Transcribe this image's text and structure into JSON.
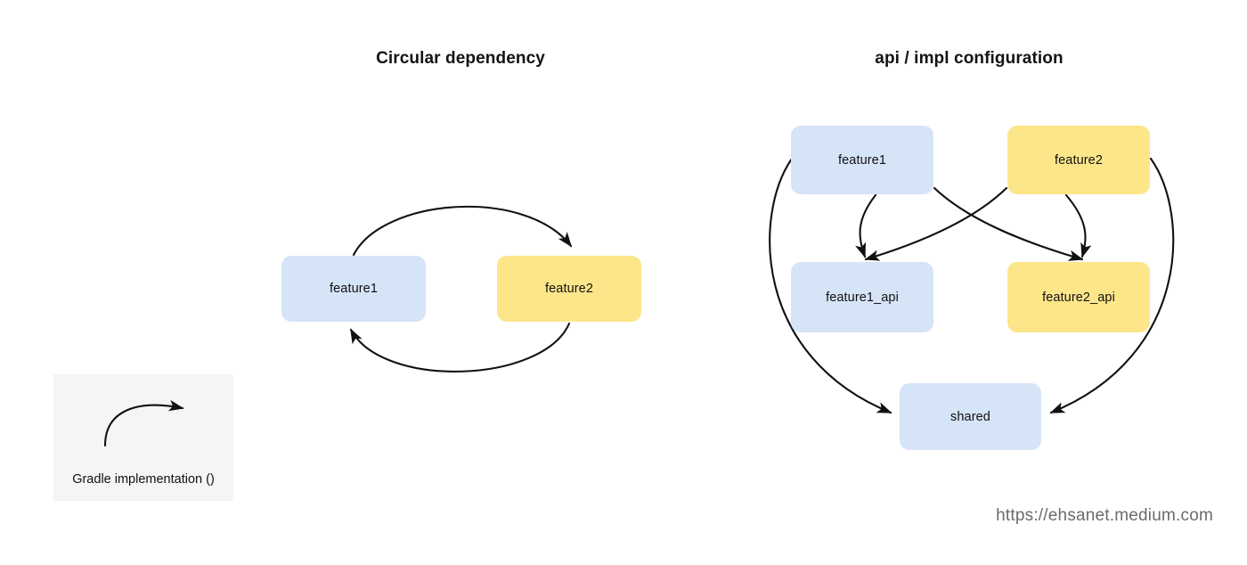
{
  "page": {
    "background": "#ffffff",
    "watermark": "https://ehsanet.medium.com"
  },
  "colors": {
    "node_blue": "#d6e4f8",
    "node_yellow": "#fde68a",
    "legend_background": "#f5f5f5",
    "arrow": "#111111",
    "text": "#111111",
    "watermark_text": "#6b6b6b"
  },
  "panels": [
    {
      "id": "circular-dependency",
      "title": "Circular dependency",
      "nodes": [
        {
          "id": "l-feature1",
          "label": "feature1",
          "color": "blue"
        },
        {
          "id": "l-feature2",
          "label": "feature2",
          "color": "yellow"
        }
      ],
      "edges": [
        {
          "from": "feature1",
          "to": "feature2",
          "style": "curve-over"
        },
        {
          "from": "feature2",
          "to": "feature1",
          "style": "curve-under"
        }
      ]
    },
    {
      "id": "api-impl-configuration",
      "title": "api / impl configuration",
      "nodes": [
        {
          "id": "r-feature1",
          "label": "feature1",
          "color": "blue"
        },
        {
          "id": "r-feature2",
          "label": "feature2",
          "color": "yellow"
        },
        {
          "id": "r-feature1-api",
          "label": "feature1_api",
          "color": "blue"
        },
        {
          "id": "r-feature2-api",
          "label": "feature2_api",
          "color": "yellow"
        },
        {
          "id": "r-shared",
          "label": "shared",
          "color": "blue"
        }
      ],
      "edges": [
        {
          "from": "feature1",
          "to": "feature1_api",
          "style": "short-curve"
        },
        {
          "from": "feature2",
          "to": "feature2_api",
          "style": "short-curve"
        },
        {
          "from": "feature1",
          "to": "feature2_api",
          "style": "cross-curve"
        },
        {
          "from": "feature2",
          "to": "feature1_api",
          "style": "cross-curve"
        },
        {
          "from": "feature1",
          "to": "shared",
          "style": "outer-curve-left"
        },
        {
          "from": "feature2",
          "to": "shared",
          "style": "outer-curve-right"
        }
      ]
    }
  ],
  "legend": {
    "caption": "Gradle implementation ()",
    "arrow_icon": "curved-arrow-icon"
  }
}
